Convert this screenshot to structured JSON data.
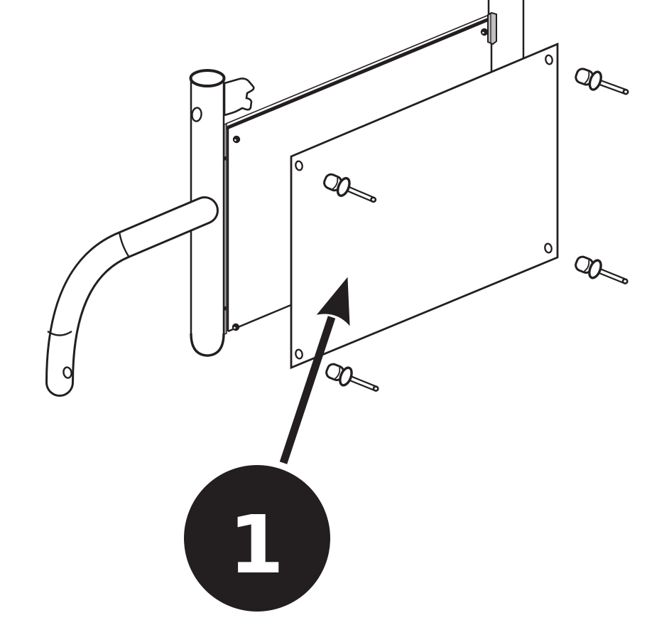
{
  "diagram": {
    "kind": "exploded-assembly-illustration",
    "background_color": "#ffffff",
    "line_color": "#231f20",
    "panel_fill": "#ffffff",
    "flange_color": "#a8a8a8",
    "bracket_color": "#c0c0c0",
    "callout": {
      "number": "1",
      "circle_color": "#231f20",
      "number_color": "#ffffff"
    },
    "parts": [
      {
        "name": "frame-post",
        "count": 1
      },
      {
        "name": "vertical-frame-tube",
        "count": 1
      },
      {
        "name": "curved-handle-tube",
        "count": 1
      },
      {
        "name": "mounting-clamp",
        "count": 1
      },
      {
        "name": "rear-panel",
        "count": 1
      },
      {
        "name": "side-panel",
        "count": 1
      },
      {
        "name": "pop-rivet-loose",
        "count": 4
      },
      {
        "name": "rivet-installed",
        "count": 3
      },
      {
        "name": "panel-corner-hole",
        "count": 4
      }
    ]
  }
}
